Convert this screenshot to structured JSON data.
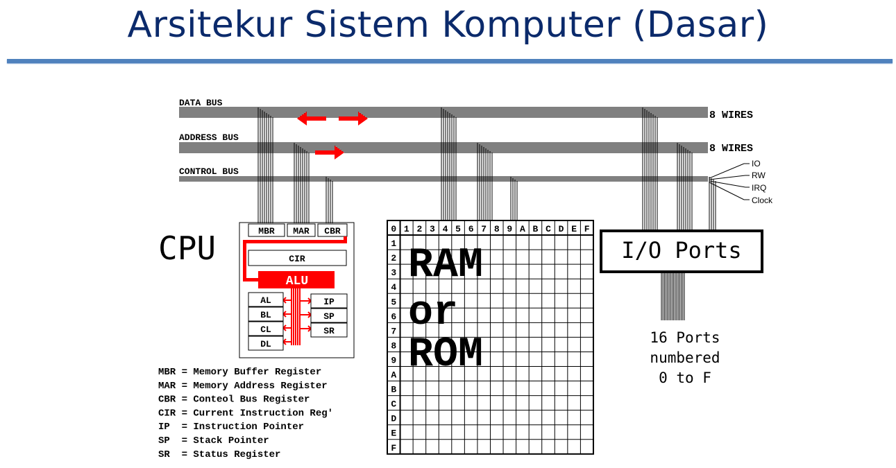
{
  "title": "Arsitekur Sistem Komputer (Dasar)",
  "buses": {
    "data_bus": "DATA BUS",
    "address_bus": "ADDRESS BUS",
    "control_bus": "CONTROL BUS",
    "data_wires": "8 WIRES",
    "address_wires": "8 WIRES"
  },
  "control_signals": [
    "IO",
    "RW",
    "IRQ",
    "Clock"
  ],
  "cpu": {
    "label": "CPU",
    "registers_top": [
      "MBR",
      "MAR",
      "CBR"
    ],
    "cir": "CIR",
    "alu": "ALU",
    "registers_left": [
      "AL",
      "BL",
      "CL",
      "DL"
    ],
    "registers_right": [
      "IP",
      "SP",
      "SR"
    ]
  },
  "memory": {
    "col_headers": [
      "0",
      "1",
      "2",
      "3",
      "4",
      "5",
      "6",
      "7",
      "8",
      "9",
      "A",
      "B",
      "C",
      "D",
      "E",
      "F"
    ],
    "row_headers": [
      "1",
      "2",
      "3",
      "4",
      "5",
      "6",
      "7",
      "8",
      "9",
      "A",
      "B",
      "C",
      "D",
      "E",
      "F"
    ],
    "label_lines": [
      "RAM",
      "or",
      "ROM"
    ]
  },
  "io": {
    "box_label": "I/O Ports",
    "caption_lines": [
      "16 Ports",
      "numbered",
      "0 to F"
    ]
  },
  "legend": [
    "MBR = Memory Buffer Register",
    "MAR = Memory Address Register",
    "CBR = Conteol Bus Register",
    "CIR = Current Instruction Reg'",
    "IP  = Instruction Pointer",
    "SP  = Stack Pointer",
    "SR  = Status Register"
  ],
  "colors": {
    "title": "#0b2a6b",
    "rule": "#4f81bd",
    "accent": "#ff0000",
    "line": "#000000"
  }
}
